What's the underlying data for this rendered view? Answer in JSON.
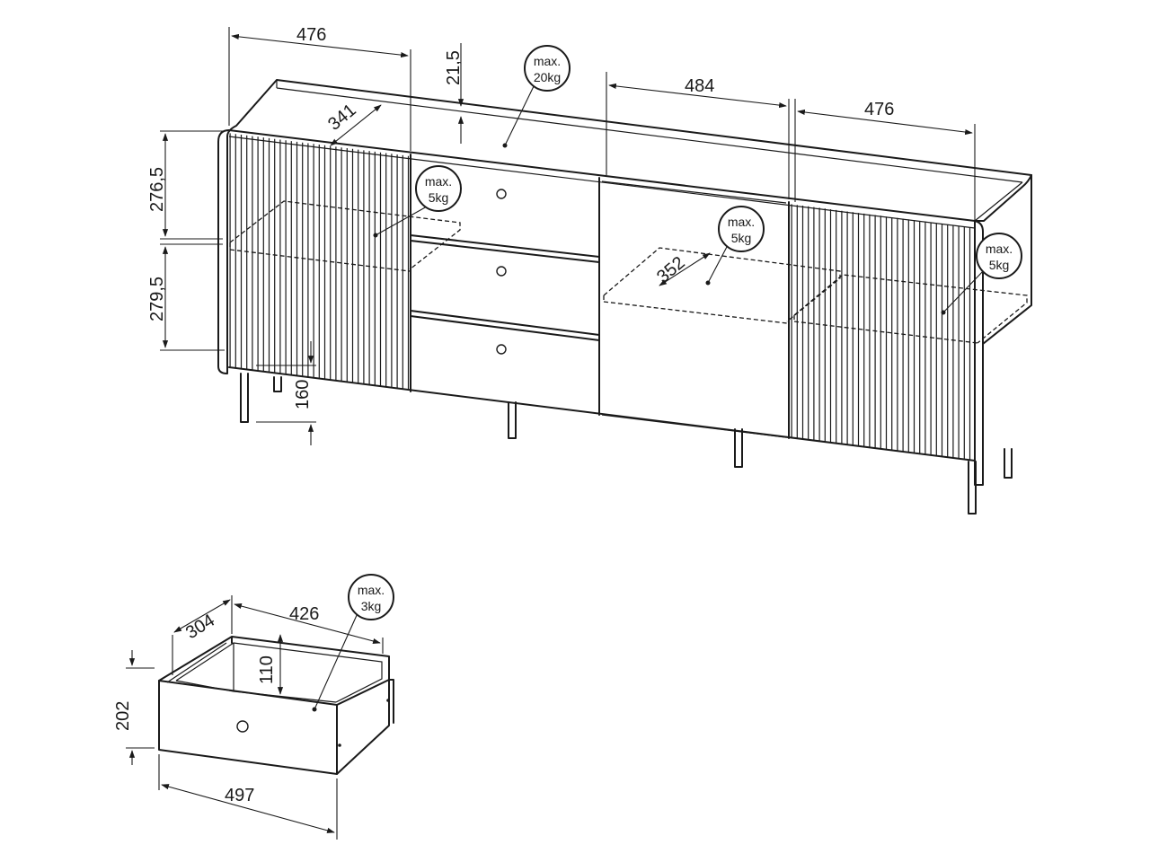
{
  "dimensions": {
    "left_width": "476",
    "top_gap": "21,5",
    "middle_width": "484",
    "right_width": "476",
    "shelf_depth": "341",
    "upper_height": "276,5",
    "lower_height": "279,5",
    "leg_height": "160",
    "shelf_depth_right": "352",
    "drawer_depth": "304",
    "drawer_width_inner": "426",
    "drawer_inner_height": "110",
    "drawer_height": "202",
    "drawer_front_width": "497"
  },
  "badges": {
    "top": {
      "line1": "max.",
      "line2": "20kg"
    },
    "left_shelf": {
      "line1": "max.",
      "line2": "5kg"
    },
    "middle_shelf": {
      "line1": "max.",
      "line2": "5kg"
    },
    "right_shelf": {
      "line1": "max.",
      "line2": "5kg"
    },
    "drawer": {
      "line1": "max.",
      "line2": "3kg"
    }
  }
}
